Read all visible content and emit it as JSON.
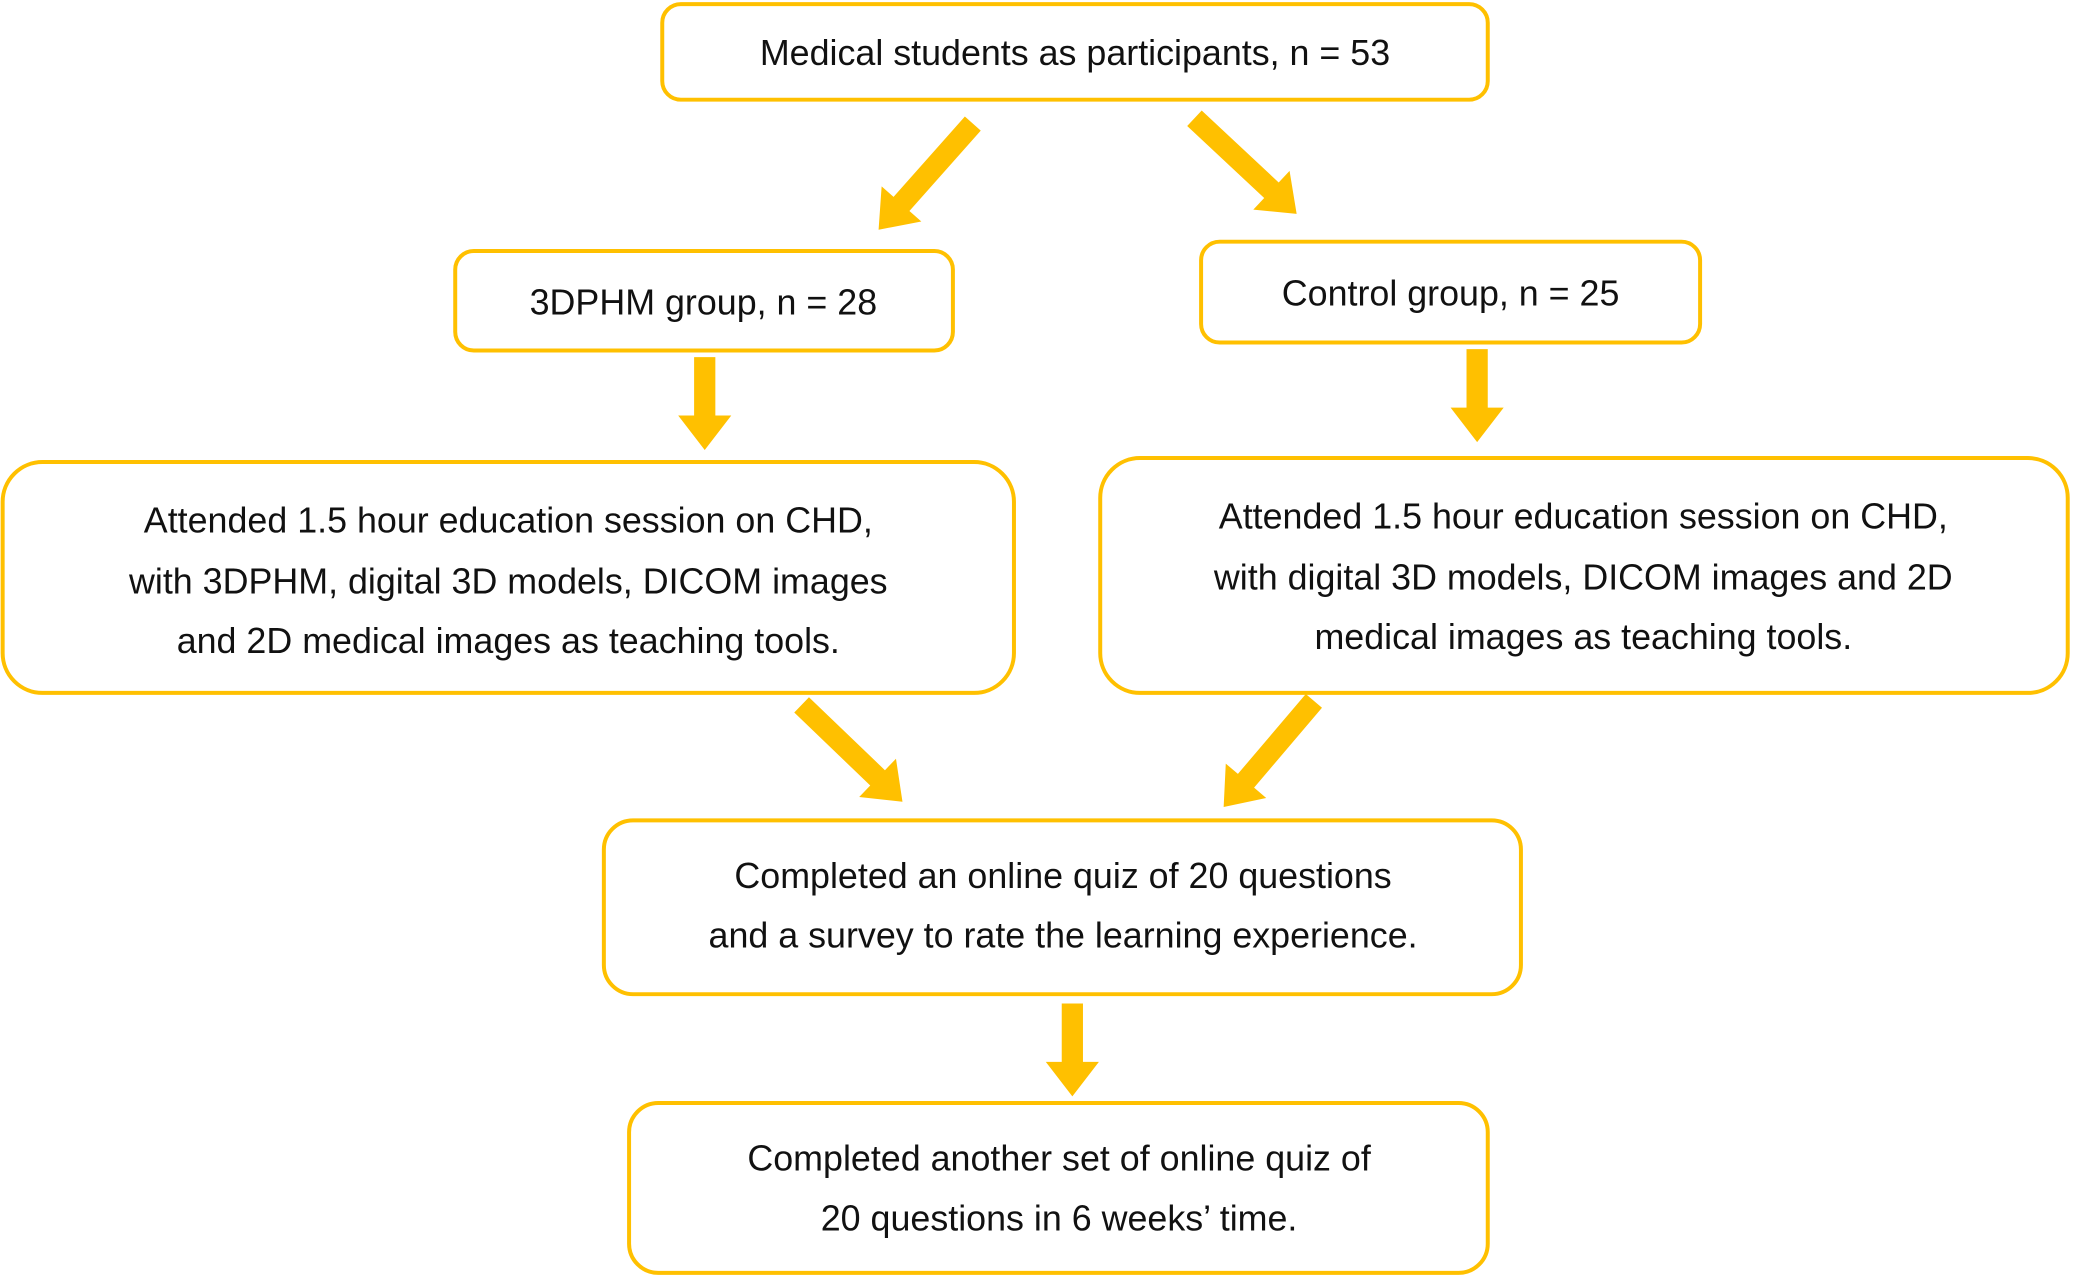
{
  "accent_color": "#FFC000",
  "nodes": {
    "participants": {
      "lines": [
        "Medical students as participants, n = 53"
      ]
    },
    "group_3dphm": {
      "lines": [
        "3DPHM group, n = 28"
      ]
    },
    "group_control": {
      "lines": [
        "Control group, n = 25"
      ]
    },
    "session_3dphm": {
      "lines": [
        "Attended 1.5 hour education session on CHD,",
        "with 3DPHM, digital 3D models, DICOM images",
        "and 2D medical images as teaching tools."
      ]
    },
    "session_control": {
      "lines": [
        "Attended 1.5 hour education session on CHD,",
        "with digital 3D models, DICOM images and 2D",
        "medical images as teaching tools."
      ]
    },
    "quiz1": {
      "lines": [
        "Completed an online quiz of 20 questions",
        "and a survey to rate the learning experience."
      ]
    },
    "quiz2": {
      "lines": [
        "Completed another set of online quiz of",
        "20 questions in 6 weeks’ time."
      ]
    }
  }
}
